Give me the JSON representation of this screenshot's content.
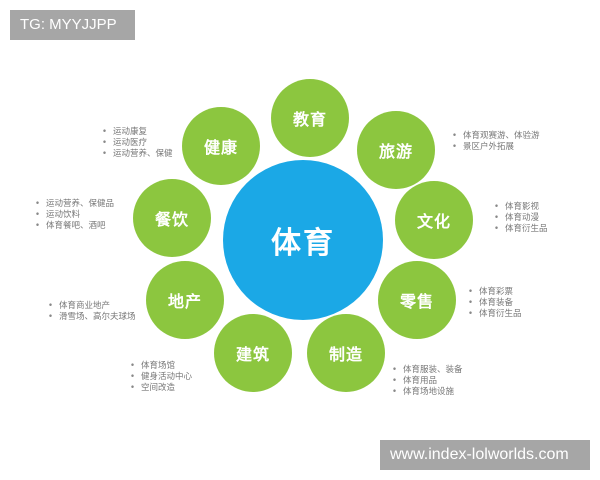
{
  "watermarks": {
    "top_left": "TG: MYYJJPP",
    "bottom_right": "www.index-lolworlds.com"
  },
  "colors": {
    "center": "#1ba8e6",
    "satellite": "#8cc63f",
    "text": "#777777",
    "watermark_bg": "#a6a6a6"
  },
  "center": {
    "label": "体育"
  },
  "nodes": [
    {
      "label": "教育",
      "notes": []
    },
    {
      "label": "旅游",
      "notes": [
        "体育观赛游、体验游",
        "景区户外拓展"
      ]
    },
    {
      "label": "文化",
      "notes": [
        "体育影视",
        "体育动漫",
        "体育衍生品"
      ]
    },
    {
      "label": "零售",
      "notes": [
        "体育彩票",
        "体育装备",
        "体育衍生品"
      ]
    },
    {
      "label": "制造",
      "notes": [
        "体育服装、装备",
        "体育用品",
        "体育场地设施"
      ]
    },
    {
      "label": "建筑",
      "notes": [
        "体育场馆",
        "健身活动中心",
        "空间改造"
      ]
    },
    {
      "label": "地产",
      "notes": [
        "体育商业地产",
        "滑雪场、高尔夫球场"
      ]
    },
    {
      "label": "餐饮",
      "notes": [
        "运动营养、保健品",
        "运动饮料",
        "体育餐吧、酒吧"
      ]
    },
    {
      "label": "健康",
      "notes": [
        "运动康复",
        "运动医疗",
        "运动营养、保健"
      ]
    }
  ]
}
